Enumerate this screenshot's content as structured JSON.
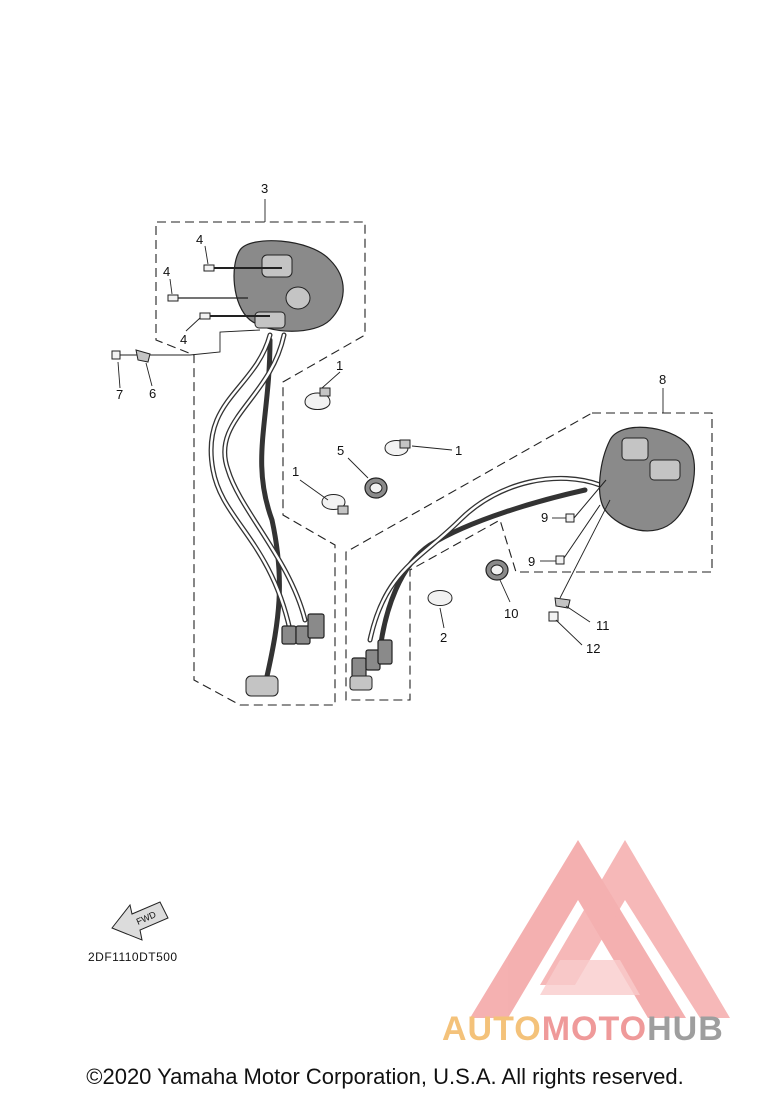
{
  "diagram": {
    "callouts": [
      "1",
      "1",
      "1",
      "2",
      "3",
      "4",
      "4",
      "4",
      "5",
      "6",
      "7",
      "8",
      "9",
      "9",
      "10",
      "11",
      "12"
    ],
    "fwd_label": "FWD",
    "code": "2DF1110DT500"
  },
  "watermark": {
    "part1": "AUTO",
    "part2": "MOTO",
    "part3": "HUB",
    "colors": {
      "auto": "#f4c27a",
      "moto": "#ef9a9a",
      "hub": "#9e9e9e",
      "logo": "#ef9a9a"
    }
  },
  "footer": {
    "copyright": "©2020 Yamaha Motor Corporation, U.S.A. All rights reserved."
  }
}
